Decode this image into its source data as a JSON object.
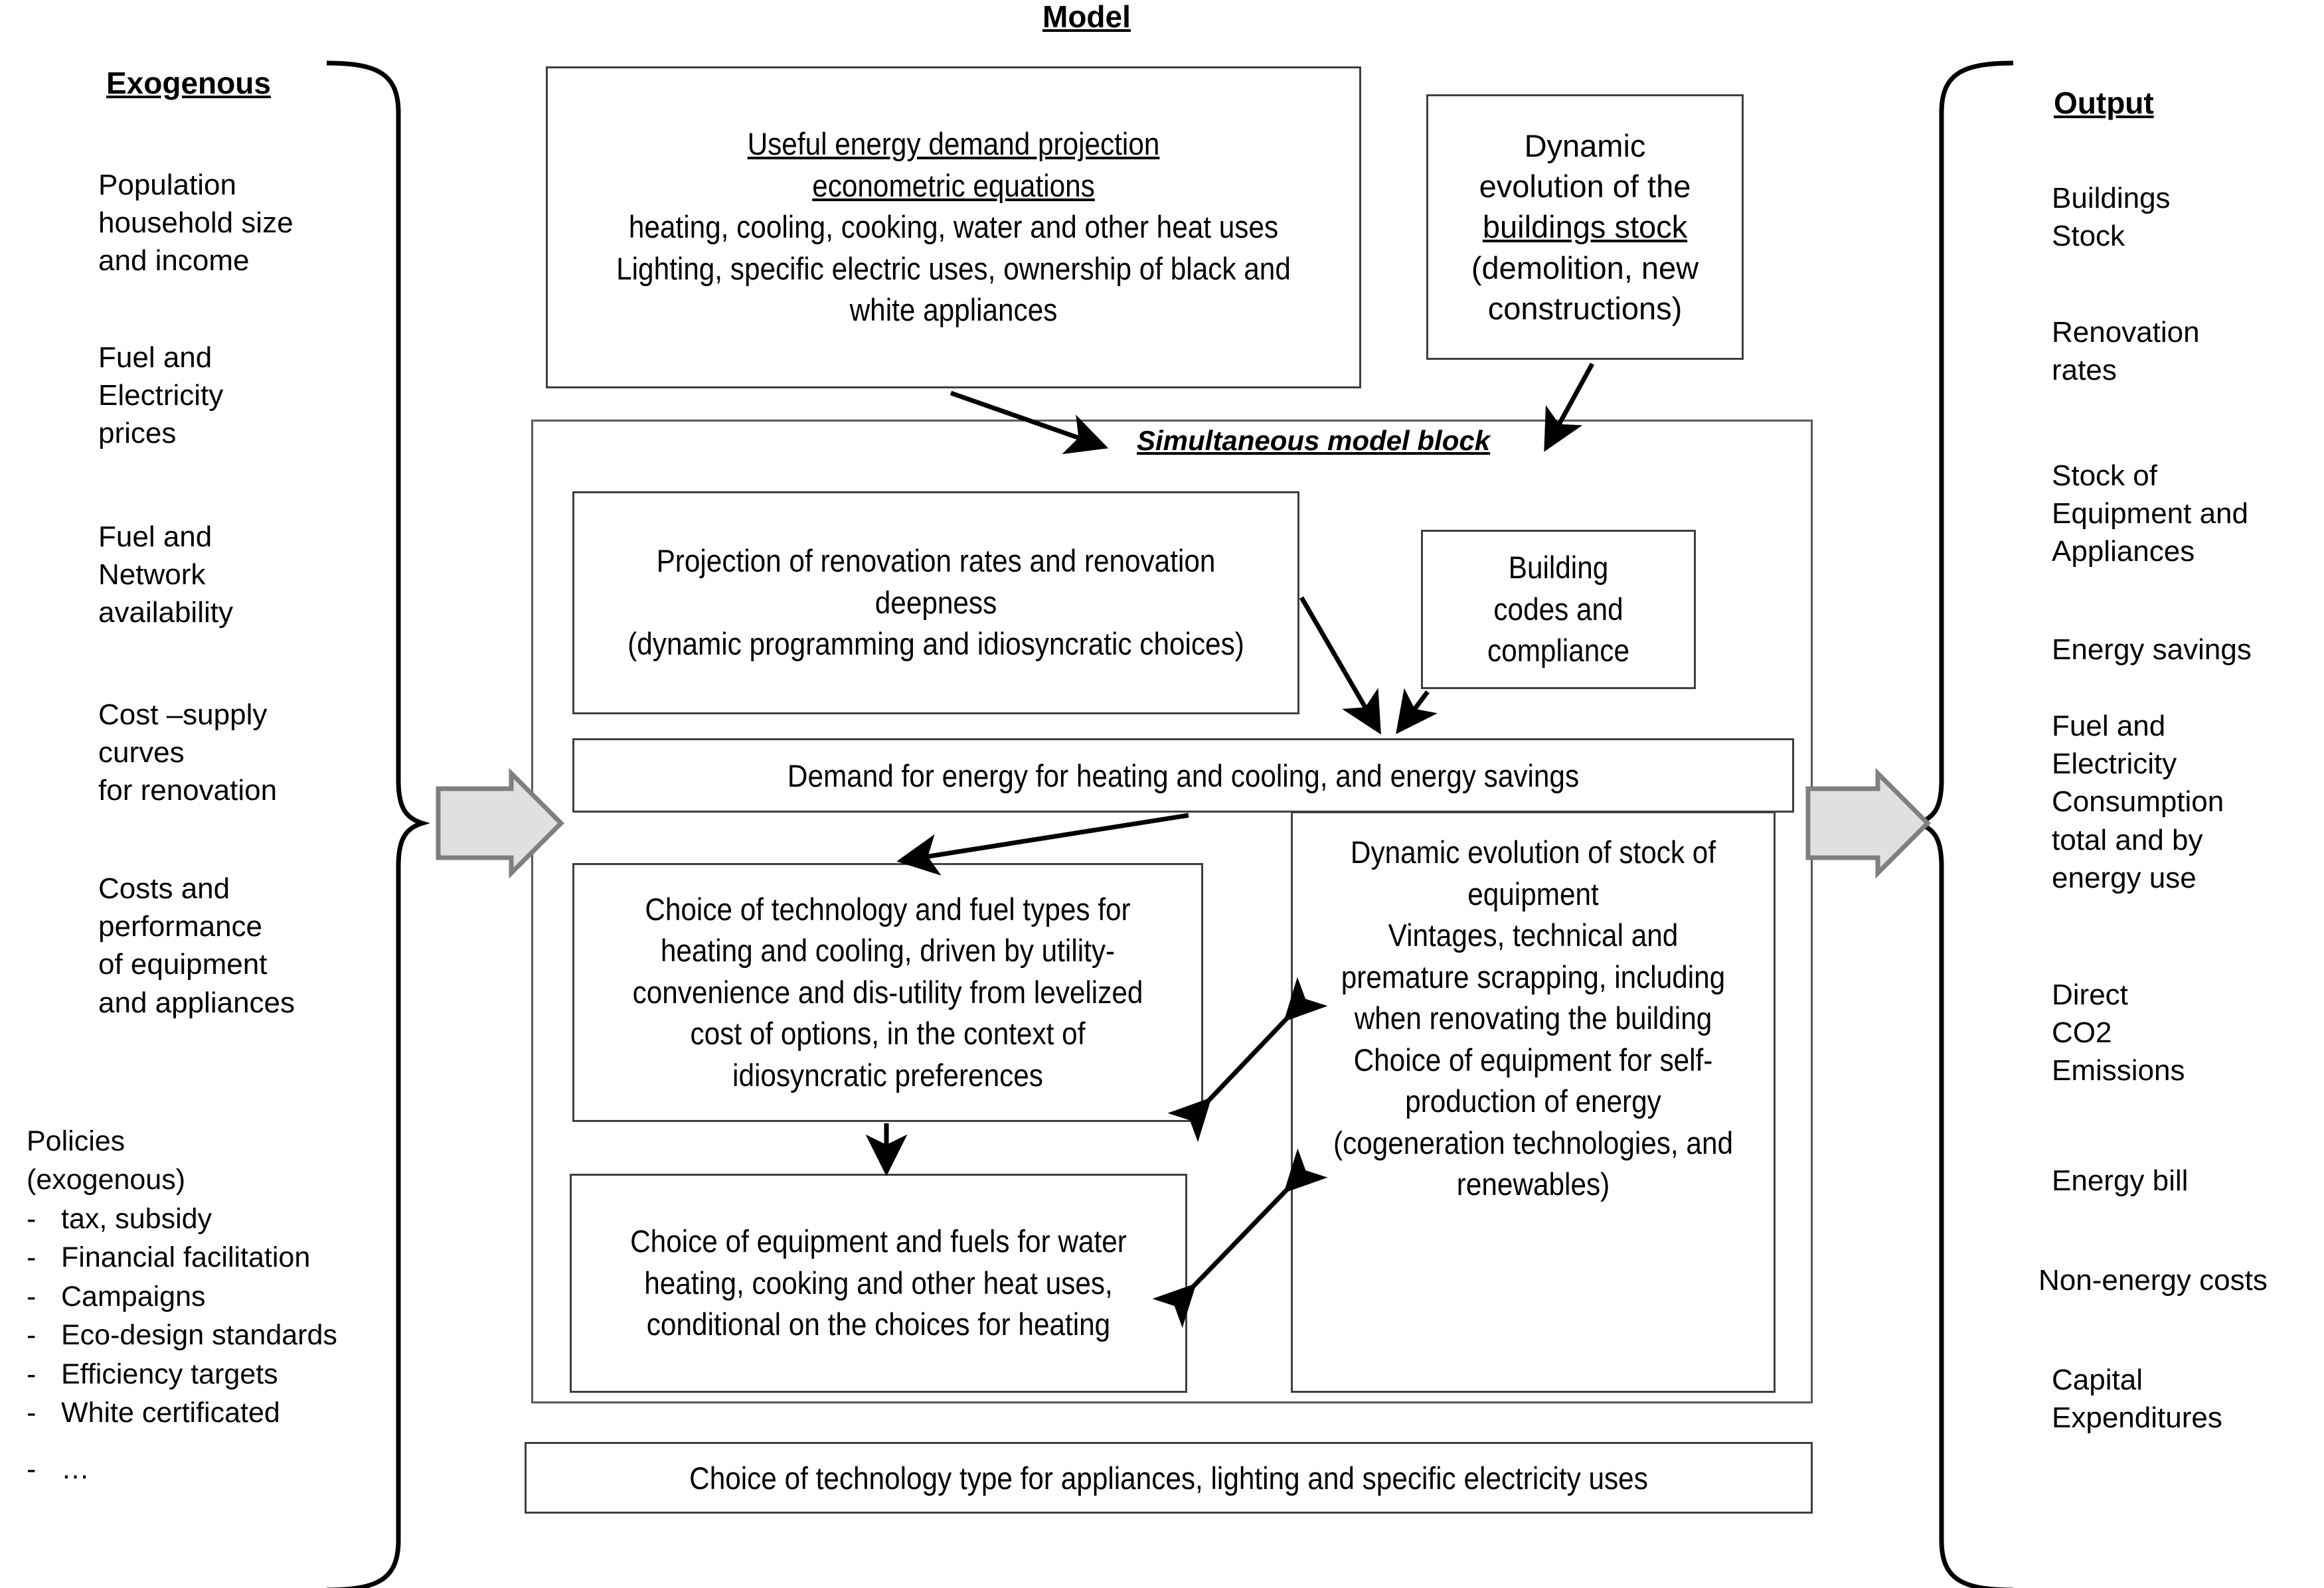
{
  "title": "Model",
  "columns": {
    "exogenous": {
      "heading": "Exogenous",
      "items": [
        "Population\nhousehold size\n and income",
        "Fuel  and\nElectricity\nprices",
        "Fuel  and\nNetwork\navailability",
        "Cost –supply\ncurves\nfor renovation",
        "Costs and\nperformance\nof equipment\nand appliances"
      ],
      "policies": {
        "title_line1": "Policies",
        "title_line2": "(exogenous)",
        "bullet": "-",
        "items": [
          "tax, subsidy",
          "Financial facilitation",
          "Campaigns",
          "Eco-design standards",
          "Efficiency targets",
          "White certificated",
          "…"
        ]
      }
    },
    "output": {
      "heading": "Output",
      "items": [
        "Buildings\nStock",
        "Renovation\nrates",
        "Stock of\nEquipment and\nAppliances",
        "Energy savings",
        "Fuel and\nElectricity\nConsumption\ntotal and by\nenergy use",
        "Direct\nCO2\nEmissions",
        "Energy bill",
        "Non-energy costs",
        "Capital\nExpenditures"
      ]
    }
  },
  "model": {
    "useful_energy_box": {
      "title_line1": "Useful energy demand projection",
      "title_line2": "econometric equations",
      "body": "heating, cooling, cooking, water and other heat uses\nLighting, specific electric uses, ownership of black and white appliances"
    },
    "buildings_stock_box": {
      "line1": "Dynamic",
      "line2": "evolution of the",
      "line3_underlined": "buildings stock",
      "line4": "(demolition, new",
      "line5": "constructions)"
    },
    "simultaneous_block_label": "Simultaneous model block",
    "renovation_box": "Projection of renovation rates and renovation deepness\n(dynamic programming and  idiosyncratic choices)",
    "building_codes_box": "Building\ncodes and\ncompliance",
    "demand_energy_bar": "Demand for energy  for heating and cooling, and energy savings",
    "choice_tech_box": "Choice of technology and fuel types for heating and cooling, driven by utility-convenience and dis-utility from levelized cost of options, in the context of idiosyncratic preferences",
    "choice_equipment_box": "Choice of equipment and fuels for water heating, cooking and other heat uses, conditional on the choices for heating",
    "stock_equipment_box": "Dynamic evolution of stock of equipment\nVintages, technical and premature  scrapping, including when renovating the building\nChoice of equipment for self-production of energy (cogeneration technologies, and renewables)",
    "appliances_bar": "Choice of technology type for appliances, lighting and specific electricity uses"
  },
  "colors": {
    "line": "#000000",
    "box_border": "#3f3f3f",
    "frame_border": "#595959",
    "arrow_fill": "#e0e0e0",
    "arrow_stroke": "#7f7f7f"
  }
}
